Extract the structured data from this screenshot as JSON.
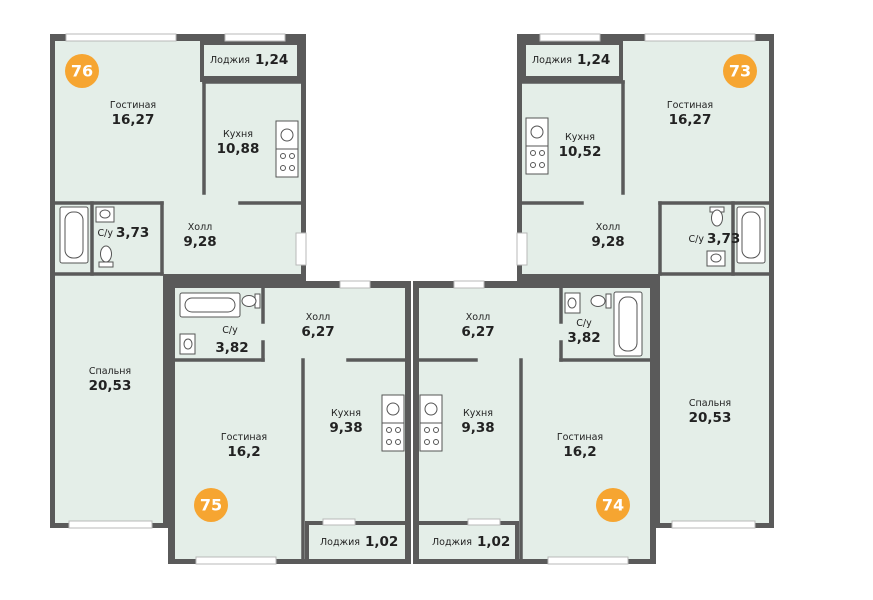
{
  "apartments": [
    {
      "number": "76",
      "rooms": {
        "living": {
          "name": "Гостиная",
          "area": "16,27"
        },
        "loggia": {
          "name": "Лоджия",
          "area": "1,24"
        },
        "kitchen": {
          "name": "Кухня",
          "area": "10,88"
        },
        "hall": {
          "name": "Холл",
          "area": "9,28"
        },
        "bath": {
          "name": "С/у",
          "area": "3,73"
        },
        "bedroom": {
          "name": "Спальня",
          "area": "20,53"
        }
      }
    },
    {
      "number": "73",
      "rooms": {
        "living": {
          "name": "Гостиная",
          "area": "16,27"
        },
        "loggia": {
          "name": "Лоджия",
          "area": "1,24"
        },
        "kitchen": {
          "name": "Кухня",
          "area": "10,52"
        },
        "hall": {
          "name": "Холл",
          "area": "9,28"
        },
        "bath": {
          "name": "С/у",
          "area": "3,73"
        },
        "bedroom": {
          "name": "Спальня",
          "area": "20,53"
        }
      }
    },
    {
      "number": "75",
      "rooms": {
        "hall": {
          "name": "Холл",
          "area": "6,27"
        },
        "bath": {
          "name": "С/у",
          "area": "3,82"
        },
        "kitchen": {
          "name": "Кухня",
          "area": "9,38"
        },
        "living": {
          "name": "Гостиная",
          "area": "16,2"
        },
        "loggia": {
          "name": "Лоджия",
          "area": "1,02"
        }
      }
    },
    {
      "number": "74",
      "rooms": {
        "hall": {
          "name": "Холл",
          "area": "6,27"
        },
        "bath": {
          "name": "С/у",
          "area": "3,82"
        },
        "kitchen": {
          "name": "Кухня",
          "area": "9,38"
        },
        "living": {
          "name": "Гостиная",
          "area": "16,2"
        },
        "loggia": {
          "name": "Лоджия",
          "area": "1,02"
        }
      }
    }
  ],
  "colors": {
    "badge": "#f6a531",
    "floor": "#e4eee8",
    "wall": "#5a5a5a"
  }
}
